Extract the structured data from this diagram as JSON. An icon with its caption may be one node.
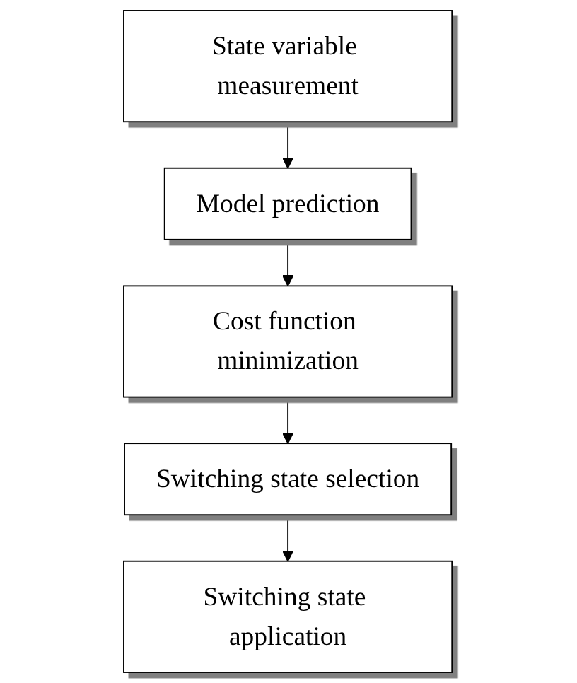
{
  "diagram": {
    "nodes": [
      {
        "text": [
          "State variable measurement"
        ]
      },
      {
        "text": [
          "Model prediction"
        ]
      },
      {
        "text": [
          "Cost function minimization"
        ]
      },
      {
        "text": [
          "Switching state selection"
        ]
      },
      {
        "text": [
          "Switching state application"
        ]
      }
    ],
    "edges": [
      {
        "from": 0,
        "to": 1,
        "arrow": "to"
      },
      {
        "from": 1,
        "to": 2,
        "arrow": "to"
      },
      {
        "from": 2,
        "to": 3,
        "arrow": "to"
      },
      {
        "from": 3,
        "to": 4,
        "arrow": "to"
      }
    ]
  }
}
